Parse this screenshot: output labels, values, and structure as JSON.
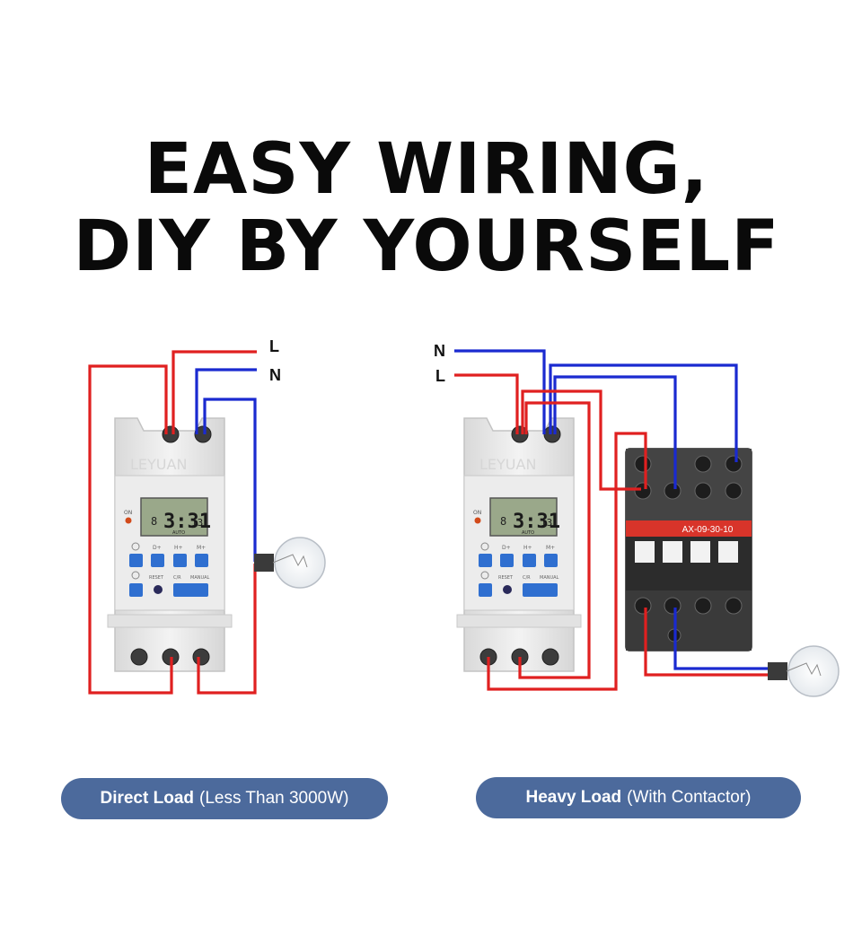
{
  "headline": {
    "line1": "EASY WIRING,",
    "line2": "DIY BY YOURSELF"
  },
  "left_diagram": {
    "label_l": "L",
    "label_n": "N",
    "timer": {
      "brand": "LEYUAN",
      "lcd_digits": "3:31",
      "lcd_small": "13",
      "lcd_mode": "AUTO",
      "on_label": "ON",
      "btn_labels": [
        "D+",
        "H+",
        "M+"
      ],
      "reset_label": "RESET",
      "cr_label": "C/R",
      "manual_label": "MANUAL"
    }
  },
  "right_diagram": {
    "label_n": "N",
    "label_l": "L",
    "timer": {
      "brand": "LEYUAN",
      "lcd_digits": "3:31",
      "lcd_small": "13",
      "lcd_mode": "AUTO",
      "on_label": "ON",
      "btn_labels": [
        "D+",
        "H+",
        "M+"
      ],
      "reset_label": "RESET",
      "cr_label": "C/R",
      "manual_label": "MANUAL"
    },
    "contactor": {
      "model": "AX-09-30-10"
    }
  },
  "captions": {
    "left_bold": "Direct Load",
    "left_rest": "(Less Than 3000W)",
    "right_bold": "Heavy Load",
    "right_rest": "(With Contactor)"
  },
  "colors": {
    "line_wire": "#e02020",
    "neutral_wire": "#1a2ad0",
    "pill": "#4c6a9c"
  }
}
